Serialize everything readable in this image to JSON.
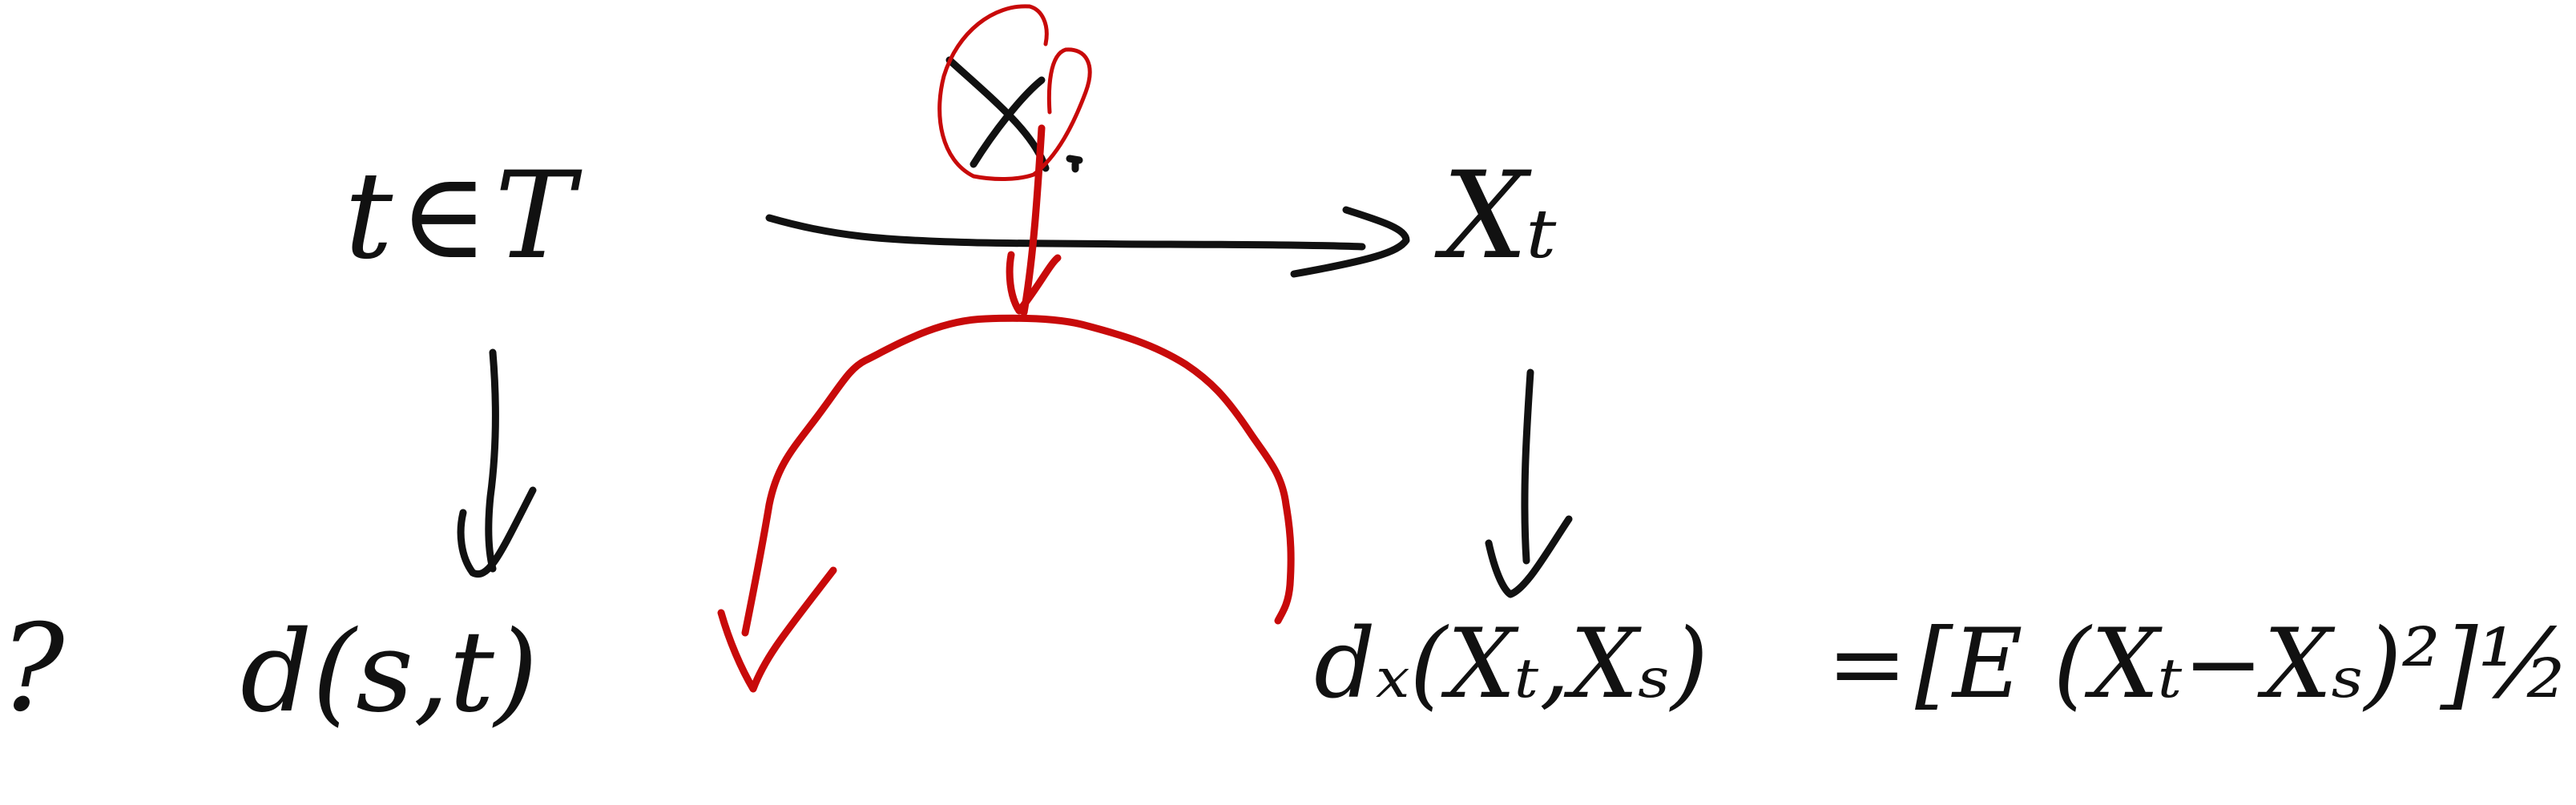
{
  "labels": {
    "t_in_T": "t∈T",
    "X_t": "Xₜ",
    "question": "?",
    "d_st": "d(s,t)",
    "dX_XtXs": "dₓ(Xₜ,Xₛ)",
    "equals": "=",
    "rhs": "[E (Xₜ−Xₛ)²]½"
  },
  "colors": {
    "ink": "#111111",
    "highlight": "#c80a0a"
  }
}
